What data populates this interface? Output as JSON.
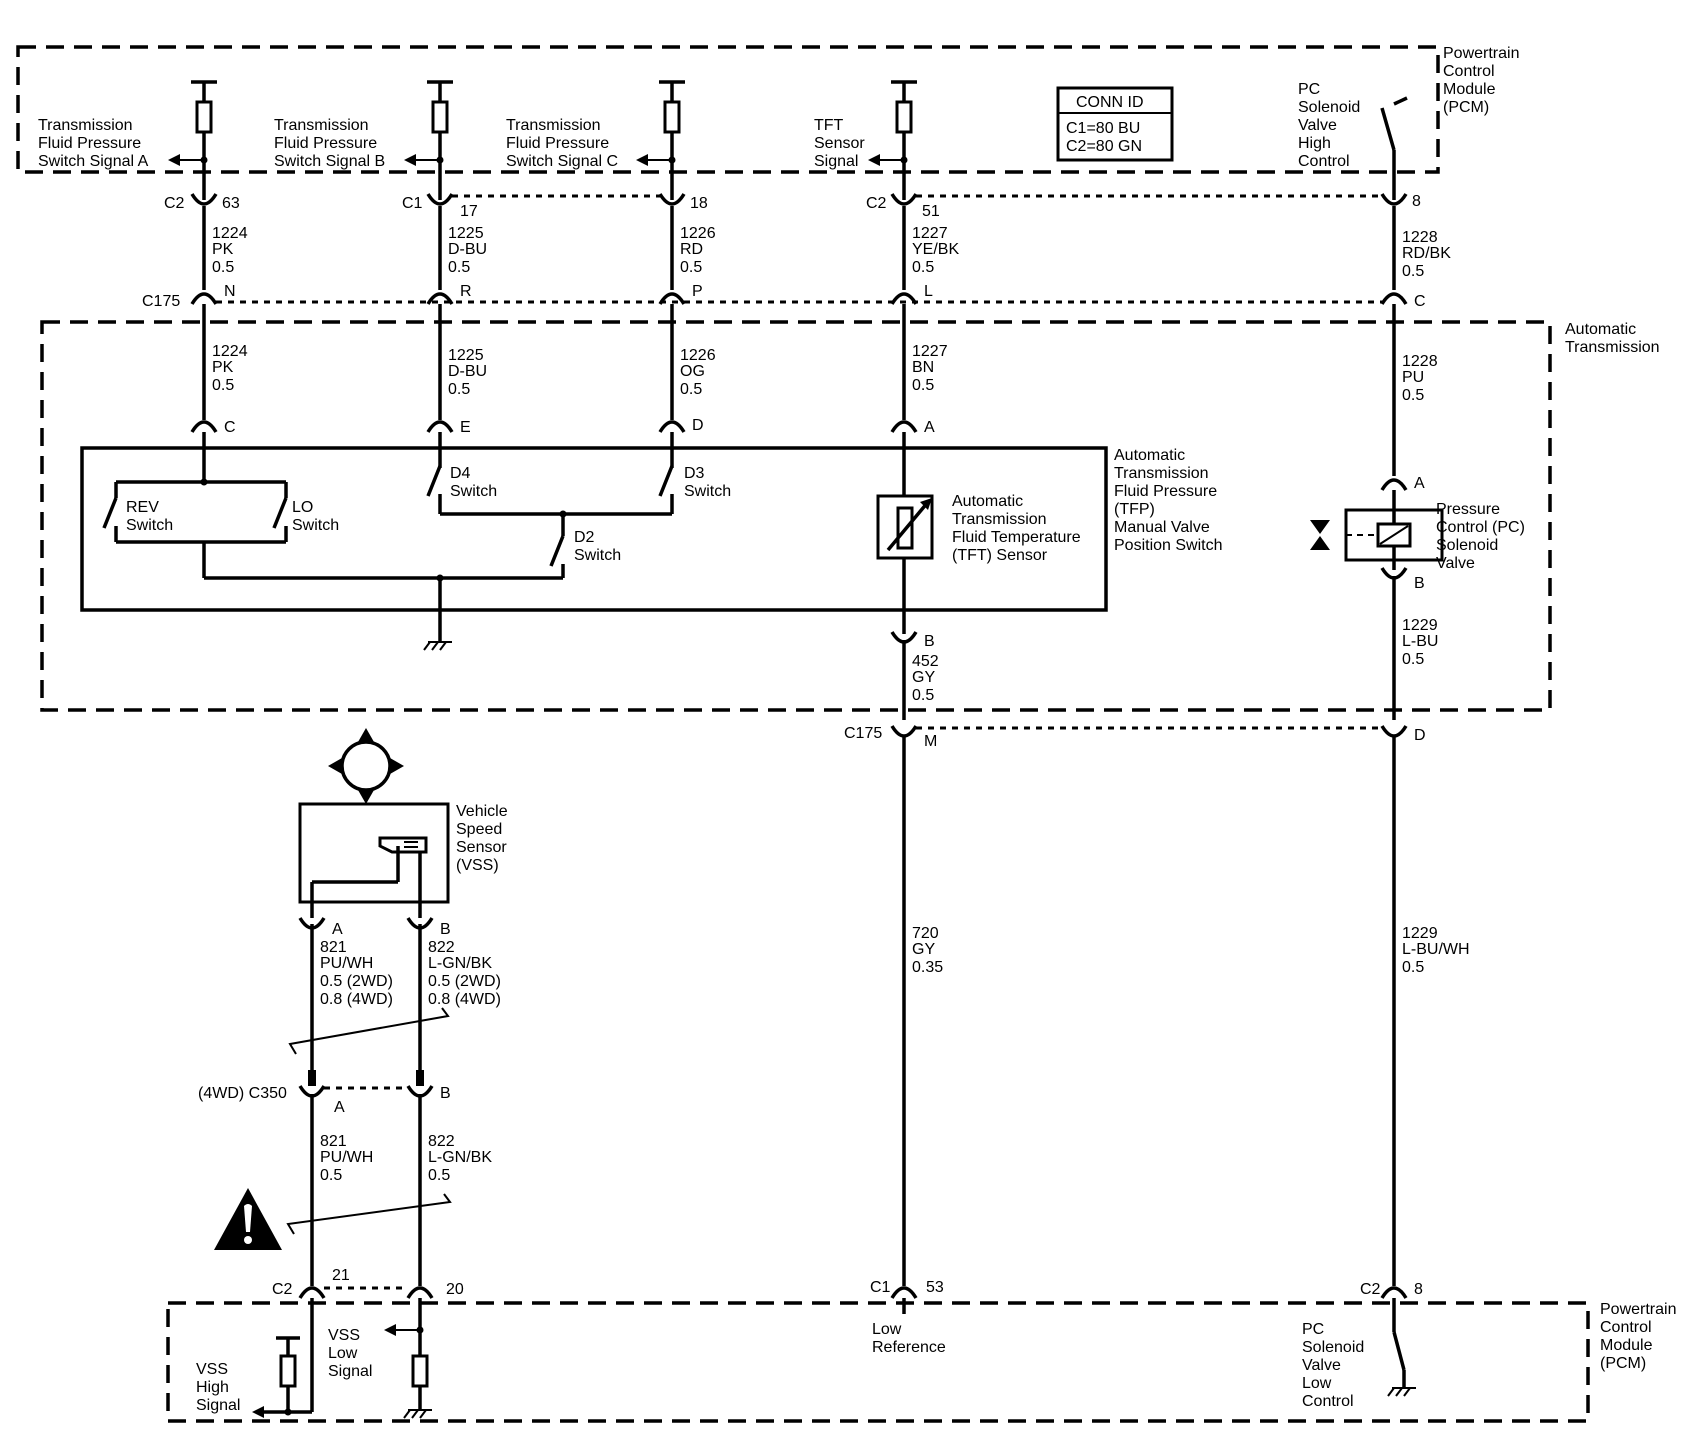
{
  "modules": {
    "pcm_top": [
      "Powertrain",
      "Control",
      "Module",
      "(PCM)"
    ],
    "pcm_bottom": [
      "Powertrain",
      "Control",
      "Module",
      "(PCM)"
    ],
    "auto_trans": [
      "Automatic",
      "Transmission"
    ]
  },
  "conn_id": {
    "title": "CONN ID",
    "lines": [
      "C1=80 BU",
      "C2=80 GN"
    ]
  },
  "pcm_signals": {
    "tfp_a": [
      "Transmission",
      "Fluid Pressure",
      "Switch Signal A"
    ],
    "tfp_b": [
      "Transmission",
      "Fluid Pressure",
      "Switch Signal B"
    ],
    "tfp_c": [
      "Transmission",
      "Fluid Pressure",
      "Switch Signal C"
    ],
    "tft": [
      "TFT",
      "Sensor",
      "Signal"
    ],
    "pc_high": [
      "PC",
      "Solenoid",
      "Valve",
      "High",
      "Control"
    ],
    "low_ref": [
      "Low",
      "Reference"
    ],
    "pc_low": [
      "PC",
      "Solenoid",
      "Valve",
      "Low",
      "Control"
    ],
    "vss_low": [
      "VSS",
      "Low",
      "Signal"
    ],
    "vss_high": [
      "VSS",
      "High",
      "Signal"
    ]
  },
  "pcm_pins": {
    "a": {
      "conn": "C2",
      "pin": "63"
    },
    "b": {
      "conn": "C1",
      "pin": "17"
    },
    "c": {
      "pin": "18"
    },
    "tft": {
      "conn": "C2",
      "pin": "51"
    },
    "pc": {
      "pin": "8"
    }
  },
  "wires_upper": {
    "a": [
      "1224",
      "PK",
      "0.5"
    ],
    "b": [
      "1225",
      "D-BU",
      "0.5"
    ],
    "c": [
      "1226",
      "RD",
      "0.5"
    ],
    "tft": [
      "1227",
      "YE/BK",
      "0.5"
    ],
    "pc": [
      "1228",
      "RD/BK",
      "0.5"
    ]
  },
  "c175_top": {
    "name": "C175",
    "pins": [
      "N",
      "R",
      "P",
      "L",
      "C"
    ]
  },
  "wires_inner": {
    "a": [
      "1224",
      "PK",
      "0.5"
    ],
    "b": [
      "1225",
      "D-BU",
      "0.5"
    ],
    "c": [
      "1226",
      "OG",
      "0.5"
    ],
    "tft": [
      "1227",
      "BN",
      "0.5"
    ],
    "pc": [
      "1228",
      "PU",
      "0.5"
    ]
  },
  "tfp_pins": [
    "C",
    "E",
    "D",
    "A"
  ],
  "tfp_label": [
    "Automatic",
    "Transmission",
    "Fluid Pressure",
    "(TFP)",
    "Manual Valve",
    "Position Switch"
  ],
  "switches": {
    "rev": [
      "REV",
      "Switch"
    ],
    "lo": [
      "LO",
      "Switch"
    ],
    "d4": [
      "D4",
      "Switch"
    ],
    "d3": [
      "D3",
      "Switch"
    ],
    "d2": [
      "D2",
      "Switch"
    ]
  },
  "tft_sensor": [
    "Automatic",
    "Transmission",
    "Fluid Temperature",
    "(TFT) Sensor"
  ],
  "tft_pin_b": "B",
  "wire_452": [
    "452",
    "GY",
    "0.5"
  ],
  "pc_solenoid": {
    "label": [
      "Pressure",
      "Control (PC)",
      "Solenoid",
      "Valve"
    ],
    "pin_a": "A",
    "pin_b": "B"
  },
  "wire_1229_inner": [
    "1229",
    "L-BU",
    "0.5"
  ],
  "c175_bottom": {
    "name": "C175",
    "pins": [
      "M",
      "D"
    ]
  },
  "wire_720": [
    "720",
    "GY",
    "0.35"
  ],
  "wire_1229_lower": [
    "1229",
    "L-BU/WH",
    "0.5"
  ],
  "vss": {
    "label": [
      "Vehicle",
      "Speed",
      "Sensor",
      "(VSS)"
    ],
    "pin_a": "A",
    "pin_b": "B"
  },
  "wires_vss_upper": {
    "a": [
      "821",
      "PU/WH",
      "0.5 (2WD)",
      "0.8 (4WD)"
    ],
    "b": [
      "822",
      "L-GN/BK",
      "0.5 (2WD)",
      "0.8 (4WD)"
    ]
  },
  "c350": {
    "name": "(4WD) C350",
    "pins": [
      "A",
      "B"
    ]
  },
  "wires_vss_lower": {
    "a": [
      "821",
      "PU/WH",
      "0.5"
    ],
    "b": [
      "822",
      "L-GN/BK",
      "0.5"
    ]
  },
  "pcm_bottom_pins": {
    "vss_a": {
      "conn": "C2",
      "pin": "21"
    },
    "vss_b": {
      "pin": "20"
    },
    "lowref": {
      "conn": "C1",
      "pin": "53"
    },
    "pc": {
      "conn": "C2",
      "pin": "8"
    }
  },
  "warning_icon": "warning-triangle-icon",
  "gear_icon": "vss-reluctor-wheel-icon"
}
